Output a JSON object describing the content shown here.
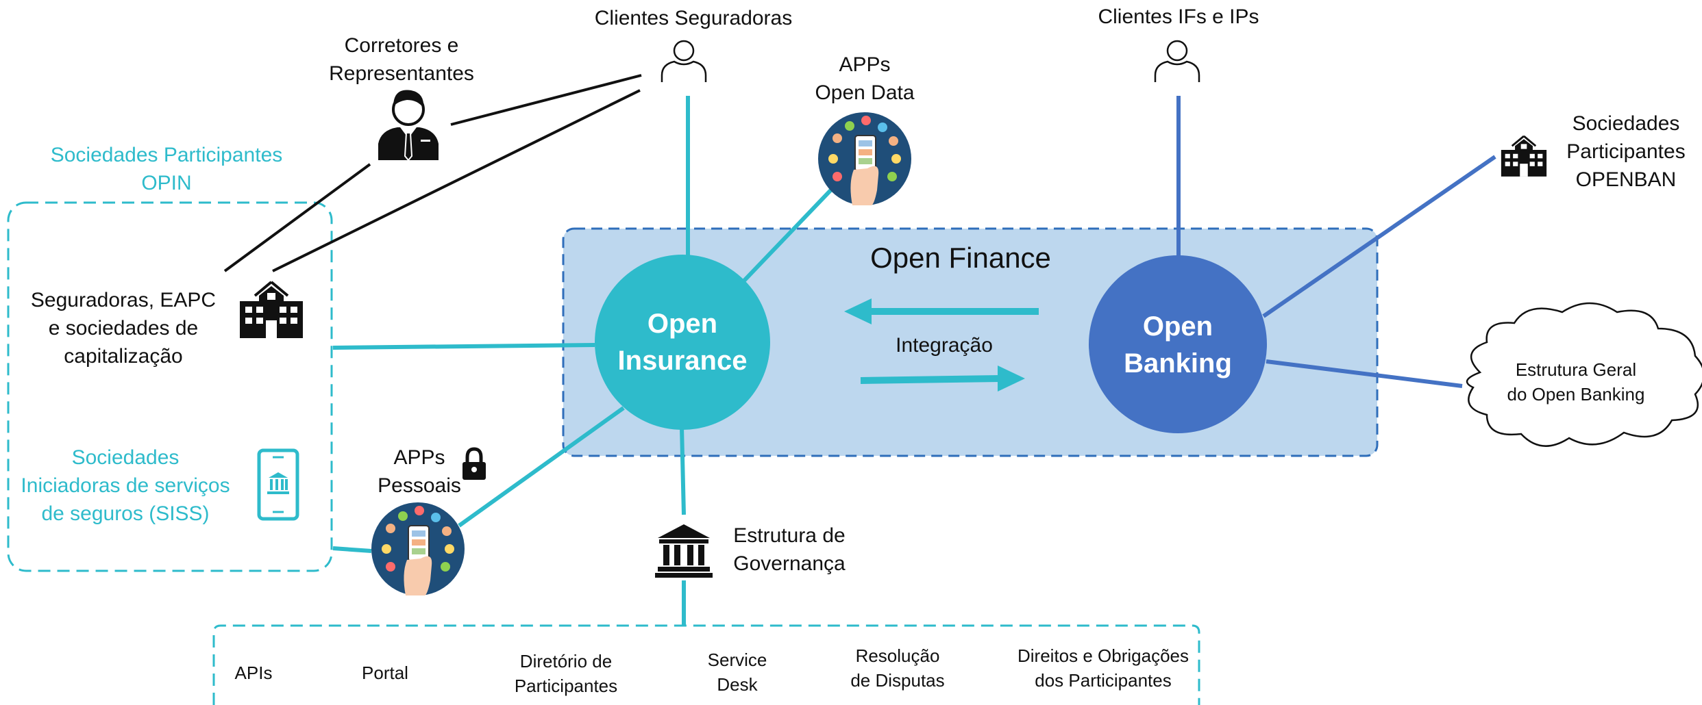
{
  "open_finance": {
    "title": "Open Finance",
    "integration_label": "Integração",
    "open_insurance_label": "Open\nInsurance",
    "open_banking_label": "Open\nBanking"
  },
  "actors": {
    "clientes_seguradoras": "Clientes Seguradoras",
    "clientes_ifs": "Clientes IFs e IPs",
    "corretores": "Corretores e\nRepresentantes",
    "apps_open_data": "APPs\nOpen Data",
    "apps_pessoais": "APPs\nPessoais",
    "sociedades_openban": "Sociedades\nParticipantes\nOPENBAN",
    "estrutura_geral": "Estrutura Geral\ndo Open Banking",
    "estrutura_governanca": "Estrutura de\nGovernança"
  },
  "opin_group": {
    "title": "Sociedades Participantes\nOPIN",
    "seguradoras": "Seguradoras, EAPC\ne sociedades de\ncapitalização",
    "siss": "Sociedades\nIniciadoras de serviços\nde seguros (SISS)"
  },
  "governance_items": [
    "APIs",
    "Portal",
    "Diretório de\nParticipantes",
    "Service\nDesk",
    "Resolução\nde Disputas",
    "Direitos e Obrigações\ndos Participantes"
  ],
  "colors": {
    "teal": "#2EBBCB",
    "blue": "#4472C4",
    "light_blue_box": "#BDD7EE",
    "app_circle": "#1F4E79",
    "black": "#111111"
  },
  "icons": {
    "person_outline": "person-outline-icon",
    "businessman": "businessman-icon",
    "building": "building-icon",
    "smartphone_bank": "smartphone-bank-icon",
    "bank": "bank-icon",
    "lock": "lock-icon",
    "app_phone": "app-phone-icon",
    "cloud": "cloud-shape"
  }
}
